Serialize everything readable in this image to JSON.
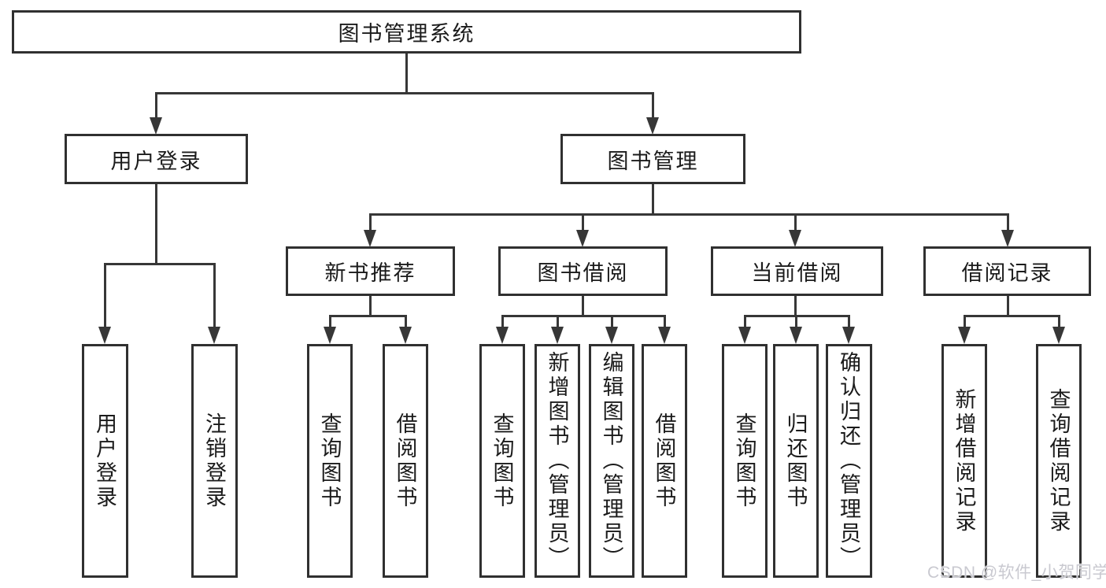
{
  "tree": {
    "label": "图书管理系统",
    "children": [
      {
        "label": "用户登录",
        "children": [
          {
            "label": "用户登录"
          },
          {
            "label": "注销登录"
          }
        ]
      },
      {
        "label": "图书管理",
        "children": [
          {
            "label": "新书推荐",
            "children": [
              {
                "label": "查询图书"
              },
              {
                "label": "借阅图书"
              }
            ]
          },
          {
            "label": "图书借阅",
            "children": [
              {
                "label": "查询图书"
              },
              {
                "label": "新增图书（管理员）"
              },
              {
                "label": "编辑图书（管理员）"
              },
              {
                "label": "借阅图书"
              }
            ]
          },
          {
            "label": "当前借阅",
            "children": [
              {
                "label": "查询图书"
              },
              {
                "label": "归还图书"
              },
              {
                "label": "确认归还（管理员）"
              }
            ]
          },
          {
            "label": "借阅记录",
            "children": [
              {
                "label": "新增借阅记录"
              },
              {
                "label": "查询借阅记录"
              }
            ]
          }
        ]
      }
    ]
  },
  "watermark": "CSDN @软件_小贺同学",
  "colors": {
    "line": "#373737",
    "border": "#303030",
    "text": "#1b1b1b",
    "background": "#ffffff",
    "watermark": "#c9c9d0"
  }
}
